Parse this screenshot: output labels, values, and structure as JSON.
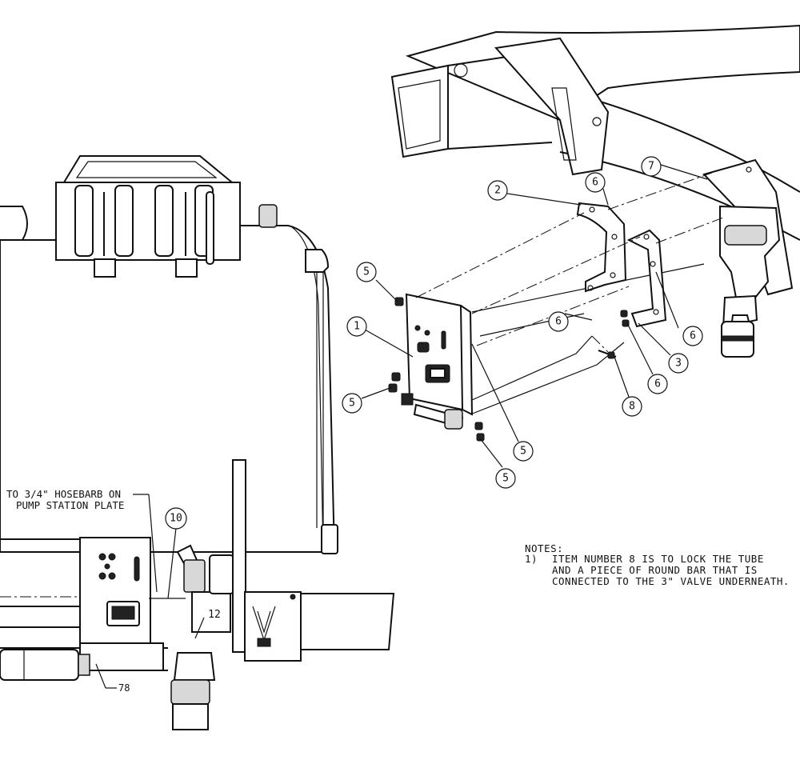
{
  "callouts": {
    "c1": "1",
    "c2": "2",
    "c3": "3",
    "c5a": "5",
    "c5b": "5",
    "c5c": "5",
    "c5d": "5",
    "c6a": "6",
    "c6b": "6",
    "c6c": "6",
    "c6d": "6",
    "c7": "7",
    "c8": "8",
    "c10": "10",
    "c12": "12",
    "c78": "78"
  },
  "labels": {
    "hosebarb_line1": "TO 3/4\" HOSEBARB ON",
    "hosebarb_line2": "PUMP STATION PLATE"
  },
  "notes": {
    "heading": "NOTES:",
    "item_number": "1)",
    "line1": "ITEM NUMBER 8 IS TO LOCK THE TUBE",
    "line2": "AND A PIECE OF ROUND BAR THAT IS",
    "line3": "CONNECTED TO THE 3\" VALVE UNDERNEATH."
  }
}
